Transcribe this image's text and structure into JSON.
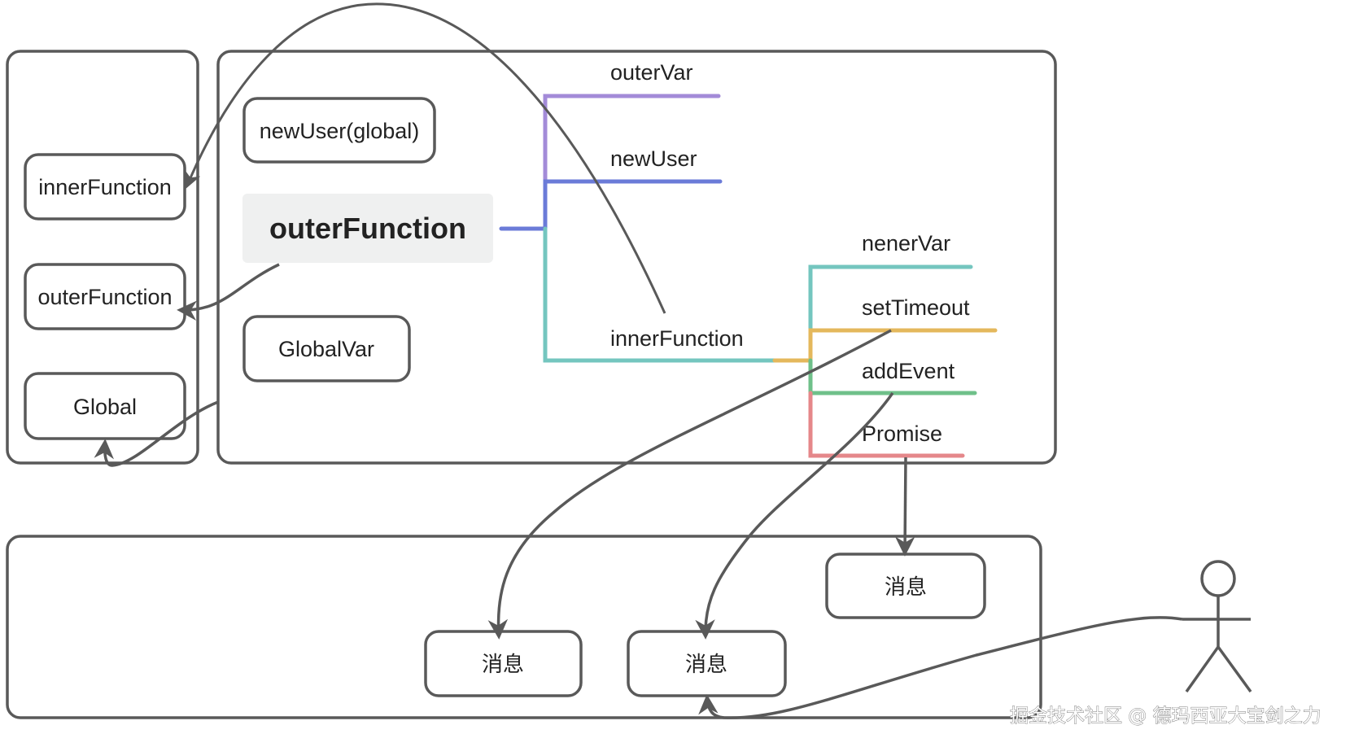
{
  "call_stack": {
    "items": [
      {
        "label": "innerFunction"
      },
      {
        "label": "outerFunction"
      },
      {
        "label": "Global"
      }
    ]
  },
  "heap": {
    "nodes": {
      "new_user_global": "newUser(global)",
      "outer_function": "outerFunction",
      "global_var": "GlobalVar"
    },
    "tree": {
      "outer_children": [
        {
          "label": "outerVar",
          "color": "#a38bd8"
        },
        {
          "label": "newUser",
          "color": "#6b7bd8"
        },
        {
          "label": "innerFunction",
          "color": "#74c6bf"
        }
      ],
      "connector_color": "#6b7bd8",
      "inner_connector_color": "#e4b85c",
      "inner_children": [
        {
          "label": "nenerVar",
          "color": "#74c6bf"
        },
        {
          "label": "setTimeout",
          "color": "#e4b85c"
        },
        {
          "label": "addEvent",
          "color": "#6fc08a"
        },
        {
          "label": "Promise",
          "color": "#e5878a"
        }
      ]
    }
  },
  "queue": {
    "messages": [
      {
        "label": "消息"
      },
      {
        "label": "消息"
      },
      {
        "label": "消息"
      }
    ]
  },
  "colors": {
    "stroke": "#595959",
    "highlight": "#eff0f0"
  },
  "watermark": "掘金技术社区 @ 德玛西亚大宝剑之力"
}
